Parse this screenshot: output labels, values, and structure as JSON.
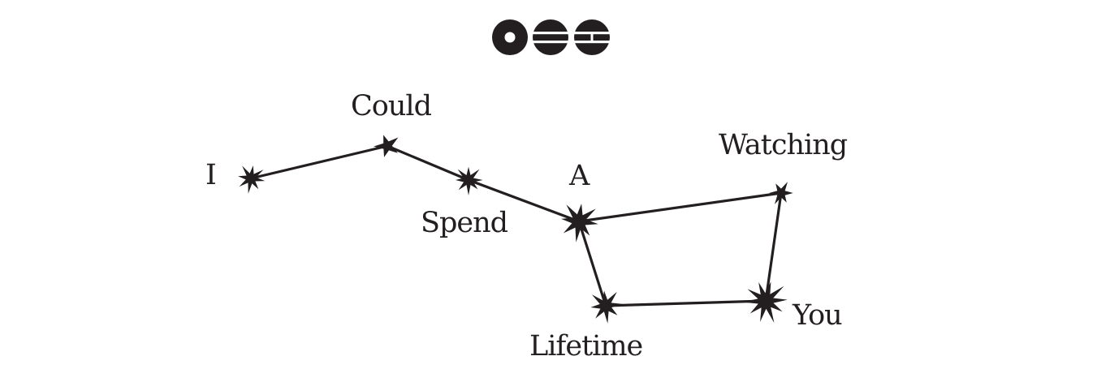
{
  "logo": {
    "icon": "disc-and-striped-circles-logo",
    "color": "#231f20"
  },
  "constellation": {
    "ink_color": "#231f20",
    "background": "#ffffff",
    "words": [
      {
        "id": "i",
        "label": "I"
      },
      {
        "id": "could",
        "label": "Could"
      },
      {
        "id": "spend",
        "label": "Spend"
      },
      {
        "id": "a",
        "label": "A"
      },
      {
        "id": "lifetime",
        "label": "Lifetime"
      },
      {
        "id": "you",
        "label": "You"
      },
      {
        "id": "watching",
        "label": "Watching"
      }
    ]
  }
}
